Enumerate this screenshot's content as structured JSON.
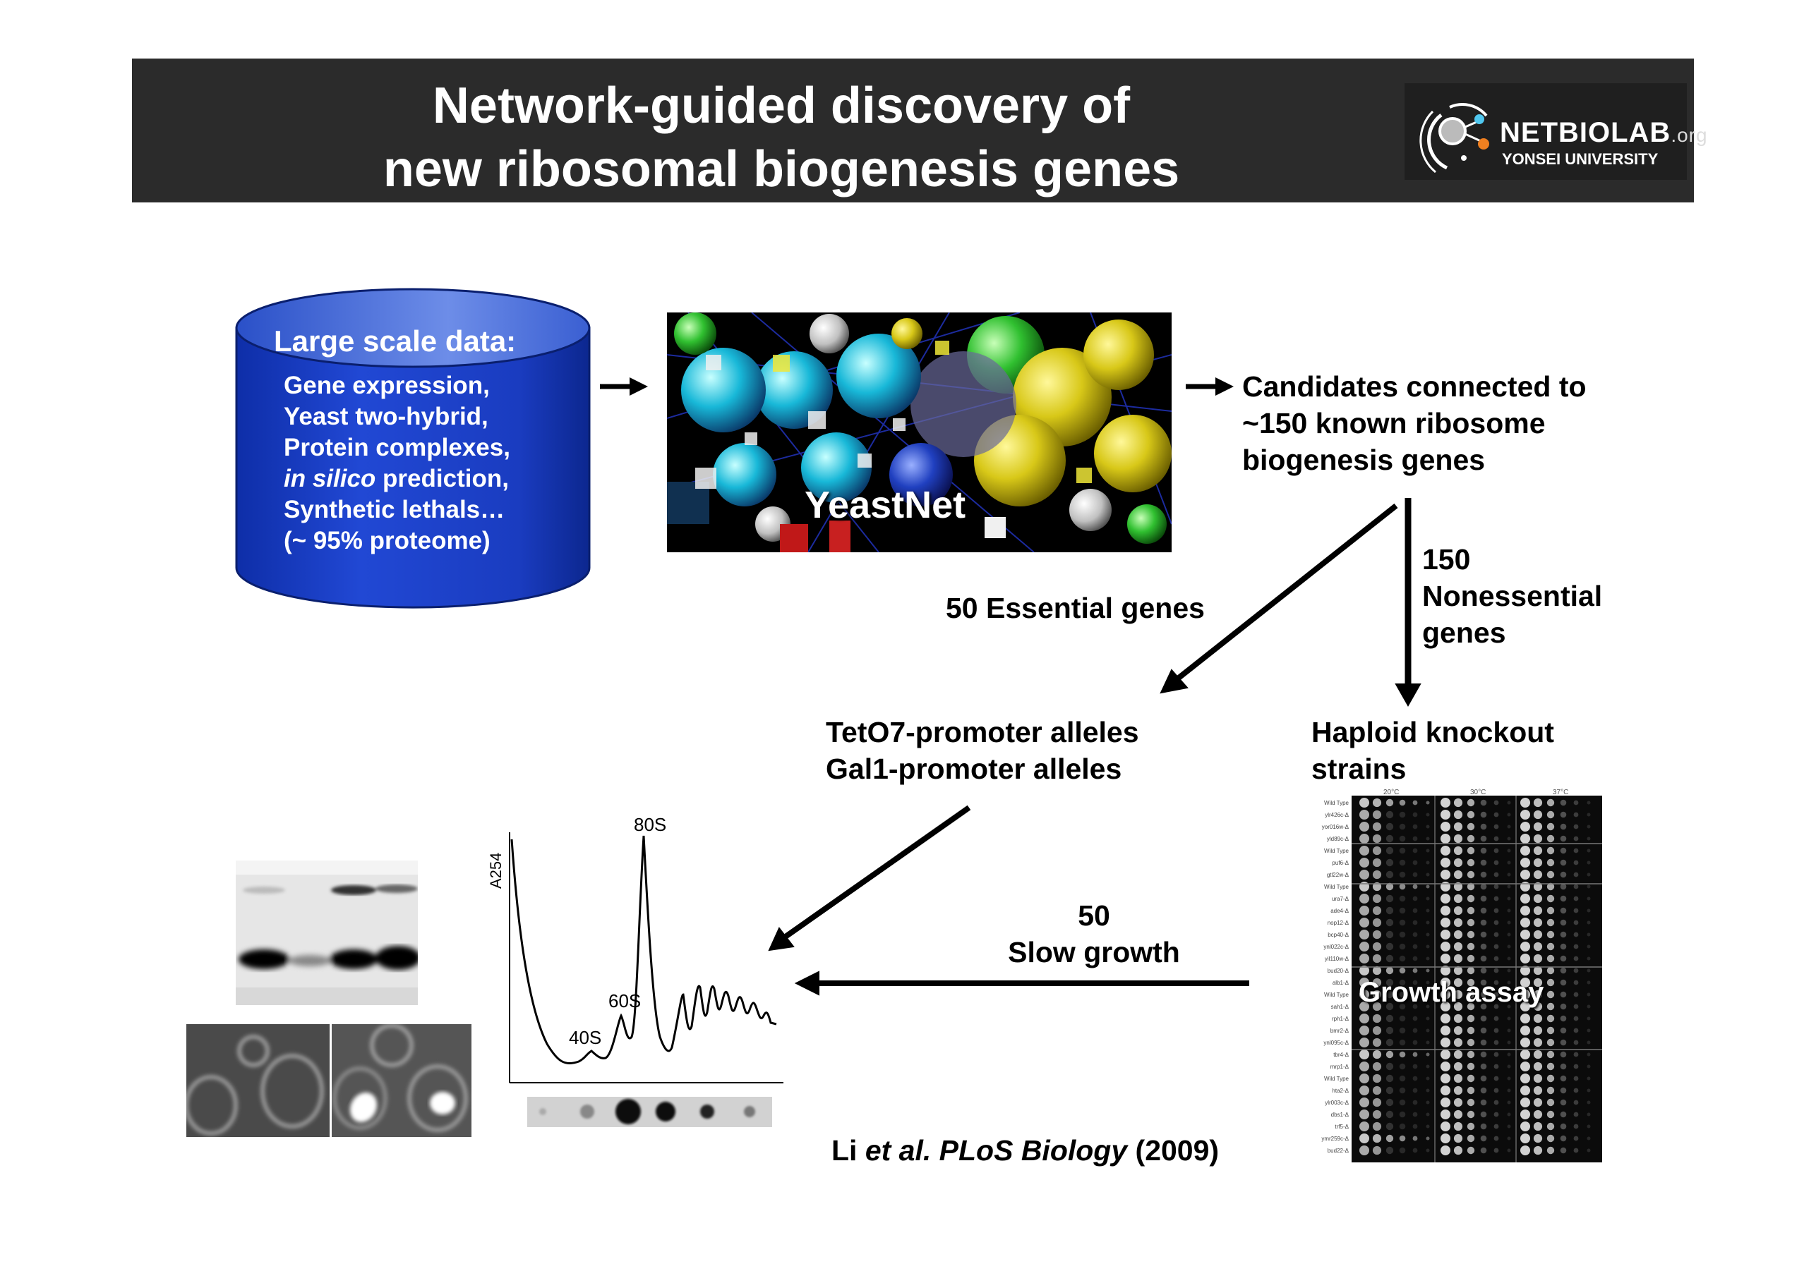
{
  "header": {
    "title_line1": "Network-guided discovery of",
    "title_line2": "new ribosomal biogenesis genes",
    "logo_name": "NETBIOLAB",
    "logo_suffix": ".org",
    "logo_university": "YONSEI UNIVERSITY"
  },
  "database": {
    "title": "Large scale data:",
    "lines": [
      "Gene expression,",
      "Yeast two-hybrid,",
      "Protein complexes,",
      "in silico",
      " prediction,",
      "Synthetic lethals…",
      "(~ 95% proteome)"
    ]
  },
  "network": {
    "label": "YeastNet"
  },
  "candidates": {
    "lines": [
      "Candidates connected to",
      "~150 known ribosome",
      "biogenesis genes"
    ]
  },
  "essential": {
    "label": "50 Essential genes"
  },
  "nonessential": {
    "lines": [
      "150",
      "Nonessential",
      "genes"
    ]
  },
  "promoter": {
    "lines": [
      "TetO7-promoter alleles",
      "Gal1-promoter alleles"
    ]
  },
  "haploid": {
    "lines": [
      "Haploid knockout",
      "strains"
    ]
  },
  "slow_growth": {
    "lines": [
      "50",
      "Slow growth"
    ]
  },
  "growth_assay": {
    "label": "Growth assay",
    "temps": [
      "20°C",
      "30°C",
      "37°C"
    ],
    "strain_labels": [
      "Wild Type",
      "ylr426c-Δ",
      "yor016w-Δ",
      "yld89c-Δ",
      "Wild Type",
      "puf6-Δ",
      "gtl22w-Δ",
      "Wild Type",
      "ura7-Δ",
      "ade4-Δ",
      "nop12-Δ",
      "bcp40-Δ",
      "ynl022c-Δ",
      "yil110w-Δ",
      "bud20-Δ",
      "alb1-Δ",
      "Wild Type",
      "sah1-Δ",
      "rph1-Δ",
      "bmr2-Δ",
      "ynl095c-Δ",
      "tbr4-Δ",
      "mrp1-Δ",
      "Wild Type",
      "hta2-Δ",
      "ylr003c-Δ",
      "dbs1-Δ",
      "trf5-Δ",
      "ymr259c-Δ",
      "bud22-Δ"
    ]
  },
  "profile": {
    "ylabel": "A254",
    "peaks": [
      "80S",
      "60S",
      "40S"
    ]
  },
  "citation": {
    "author": "Li",
    "etal": " et al. PLoS Biology",
    "year": " (2009)"
  },
  "colors": {
    "header_bg": "#2b2b2b",
    "cylinder_fill": "#1a3fc4",
    "cylinder_top": "#3d64d8"
  }
}
